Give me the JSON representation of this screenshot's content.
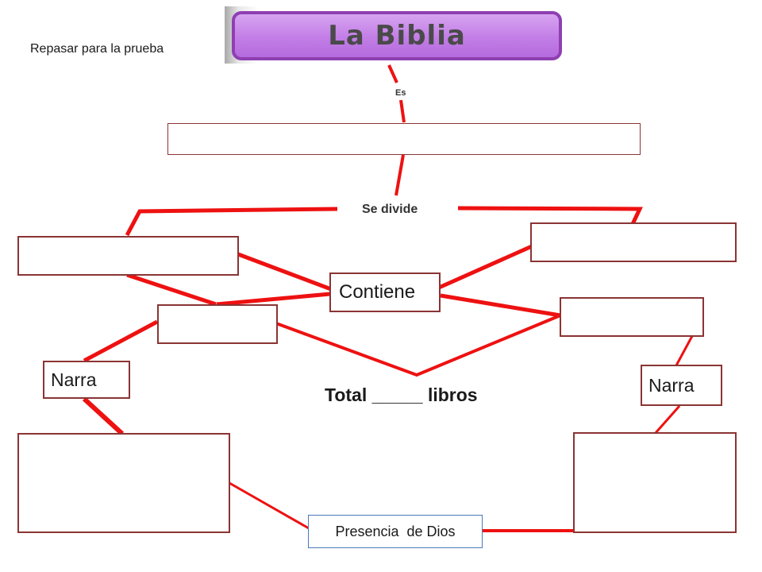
{
  "header": {
    "subtitle": "Repasar para la prueba",
    "banner_title": "La Biblia"
  },
  "connectors": {
    "es": "Es",
    "se_divide": "Se divide",
    "contiene": "Contiene",
    "narra_left": "Narra",
    "narra_right": "Narra",
    "total": "Total _____ libros",
    "presencia": "Presencia  de Dios"
  },
  "colors": {
    "line": "#ee1111",
    "box_border": "#8b3434",
    "banner_fill": "#c27de6",
    "banner_border": "#8e3fb2"
  }
}
